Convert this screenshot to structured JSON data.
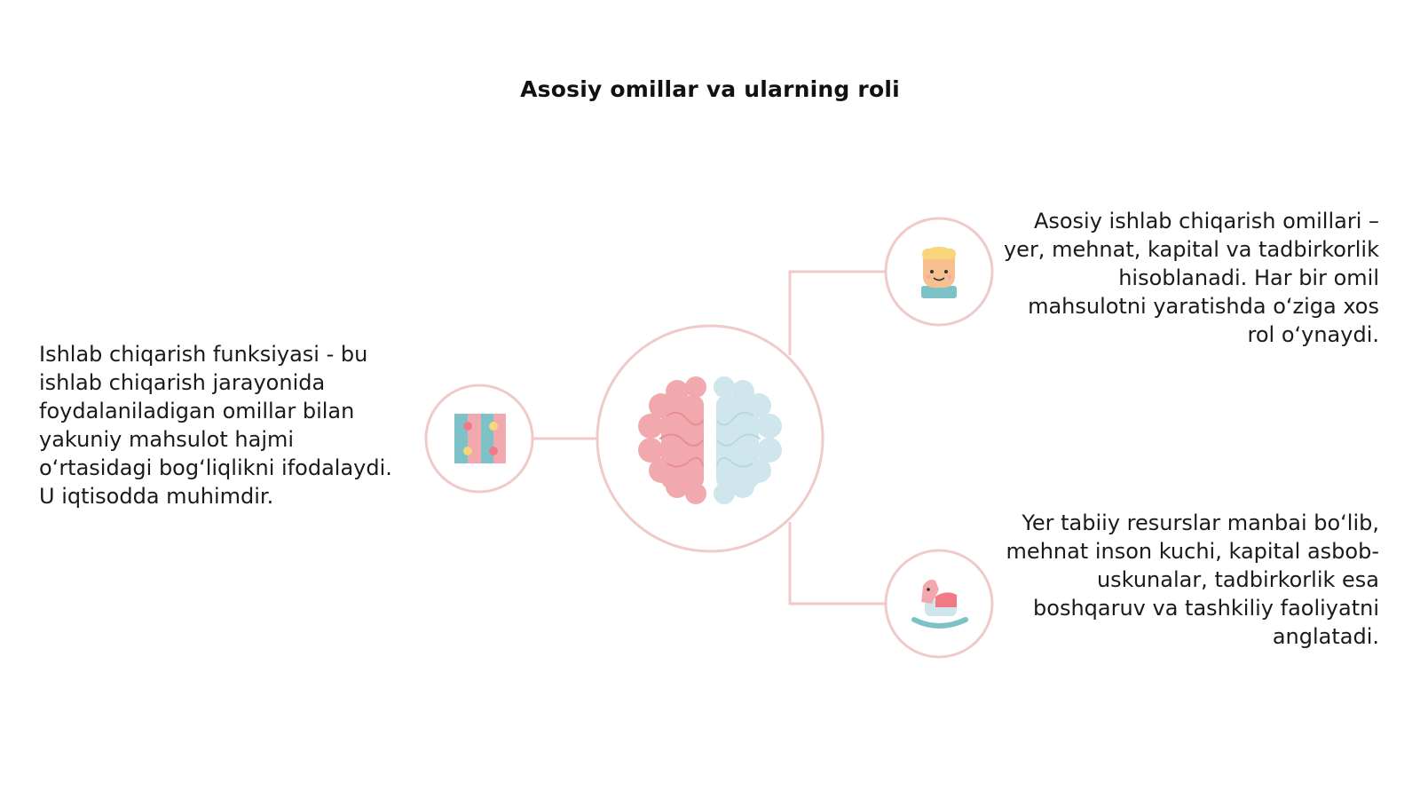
{
  "title": "Asosiy omillar va ularning roli",
  "left_text": "Ishlab chiqarish funksiyasi - bu ishlab chiqarish jarayonida foydalaniladigan omillar bilan yakuniy mahsulot hajmi o‘rtasidagi bog‘liqlikni ifodalaydi. U iqtisodda muhimdir.",
  "right_top_text": "Asosiy ishlab chiqarish omillari – yer, mehnat, kapital va tadbirkorlik hisoblanadi. Har bir omil mahsulotni yaratishda o‘ziga xos rol o‘ynaydi.",
  "right_bottom_text": "Yer tabiiy resurslar manbai bo‘lib, mehnat inson kuchi, kapital asbob-uskunalar, tadbirkorlik esa boshqaruv va tashkiliy faoliyatni anglatadi.",
  "icons": {
    "center": "brain-icon",
    "left": "building-blocks-icon",
    "right_top": "child-face-icon",
    "right_bottom": "rocking-horse-icon"
  },
  "colors": {
    "outline": "#f0c9c9",
    "pink": "#f2a9ad",
    "light_blue": "#cfe6ec",
    "teal": "#7cc2c6",
    "yellow": "#f7d57a",
    "skin": "#f6c08f"
  }
}
